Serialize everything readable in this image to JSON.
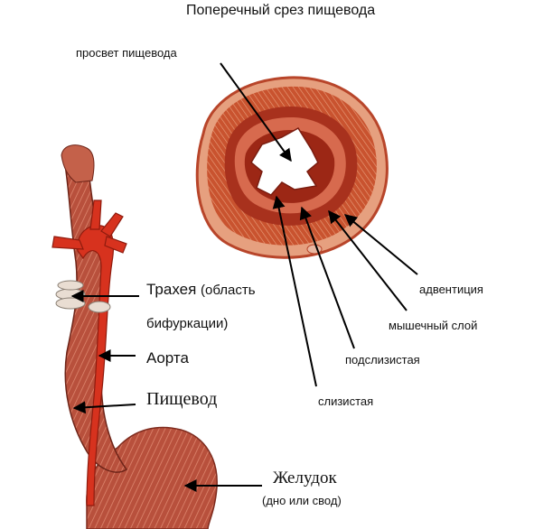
{
  "title": "Поперечный срез пищевода",
  "cross_section_labels": {
    "lumen": "просвет пищевода",
    "adventitia": "адвентиция",
    "muscular": "мышечный слой",
    "submucosa": "подслизистая",
    "mucosa": "слизистая"
  },
  "anatomy_labels": {
    "trachea": "Трахея",
    "trachea_note_1": "(область",
    "trachea_note_2": "бифуркации)",
    "aorta": "Аорта",
    "esophagus": "Пищевод",
    "stomach": "Желудок",
    "stomach_note": "(дно или свод)"
  },
  "colors": {
    "muscle": "#b24a3a",
    "muscle_light": "#d9826f",
    "artery": "#d7321e",
    "ring_outer": "#c8552e",
    "ring_inner": "#9e2a18",
    "lumen": "#ffffff",
    "arrow": "#000000"
  }
}
